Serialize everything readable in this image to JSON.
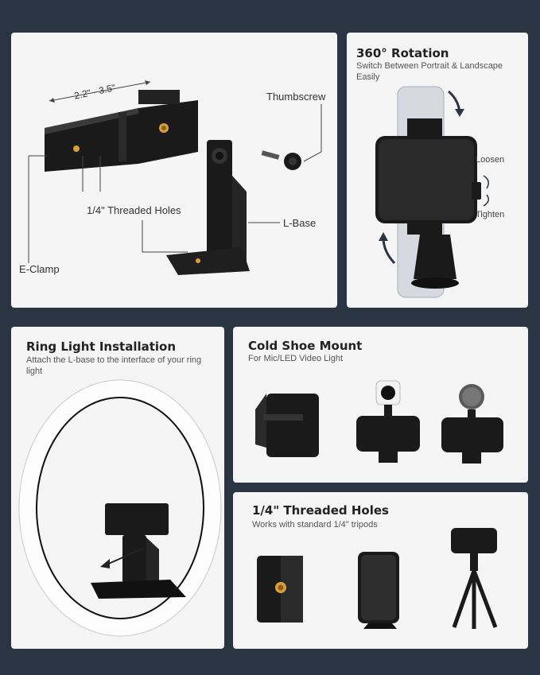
{
  "main": {
    "labels": {
      "dimension": "2.2\" - 3.5\"",
      "thumbscrew": "Thumbscrew",
      "threaded_holes": "1/4\" Threaded Holes",
      "l_base": "L-Base",
      "e_clamp": "E-Clamp"
    }
  },
  "rotation": {
    "title": "360° Rotation",
    "subtitle": "Switch Between Portrait & Landscape Easily",
    "loosen": "Loosen",
    "tighten": "Tighten"
  },
  "ring": {
    "title": "Ring Light Installation",
    "subtitle": "Attach the L-base to the interface of your ring light"
  },
  "coldshoe": {
    "title": "Cold Shoe Mount",
    "subtitle": "For Mic/LED Video Light"
  },
  "threaded": {
    "title": "1/4\" Threaded Holes",
    "subtitle": "Works with standard 1/4\" tripods"
  },
  "colors": {
    "background": "#2b3443",
    "panel": "#f5f5f5",
    "product": "#1a1a1a",
    "brass": "#d9a03a"
  }
}
